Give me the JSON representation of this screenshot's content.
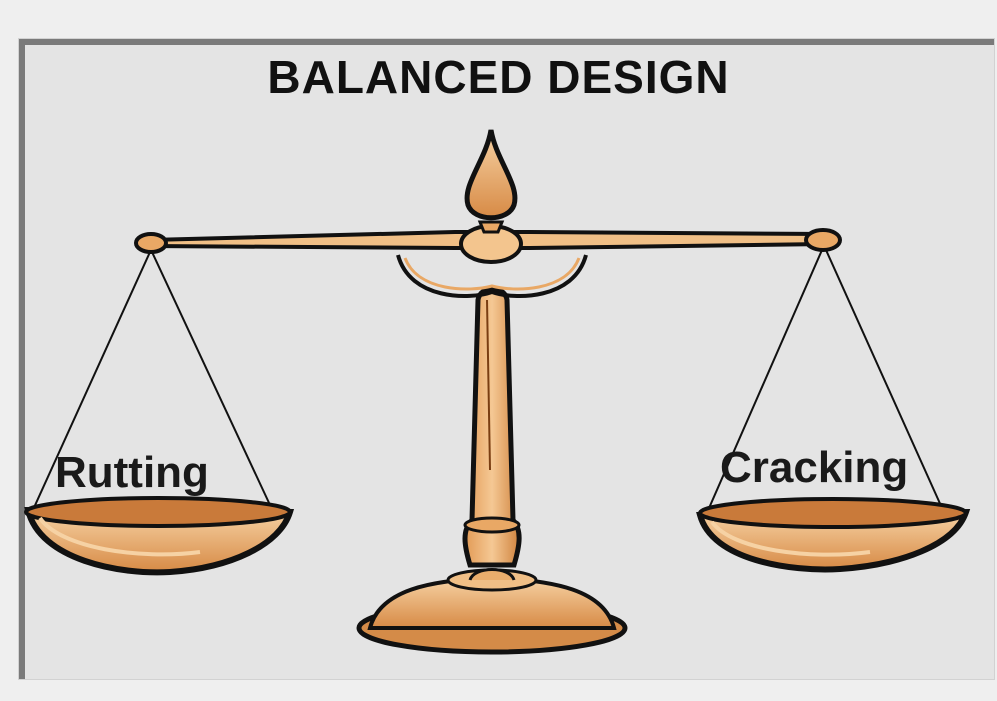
{
  "diagram": {
    "title": "BALANCED DESIGN",
    "left_pan": {
      "label": "Rutting"
    },
    "right_pan": {
      "label": "Cracking"
    },
    "icon": "balance-scale-icon",
    "colors": {
      "brass_light": "#f3c58e",
      "brass_mid": "#e8a865",
      "brass_dark": "#c9803e",
      "outline": "#111111",
      "panel_background": "#e4e4e4",
      "page_background": "#efefef"
    }
  }
}
